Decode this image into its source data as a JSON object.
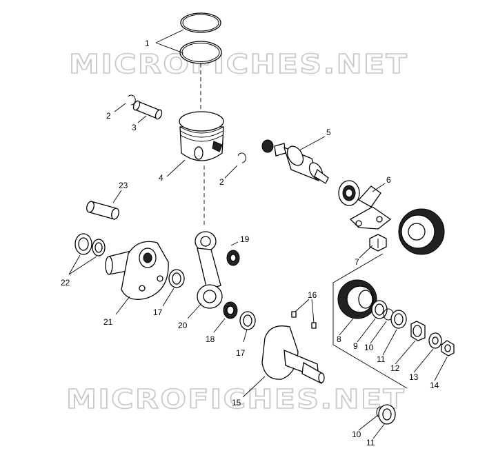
{
  "watermark": {
    "top": "MICROFICHES.NET",
    "bottom": "MICROFICHES.NET"
  },
  "callouts": [
    {
      "id": "1",
      "text": "1"
    },
    {
      "id": "2a",
      "text": "2"
    },
    {
      "id": "2b",
      "text": "2"
    },
    {
      "id": "3",
      "text": "3"
    },
    {
      "id": "4",
      "text": "4"
    },
    {
      "id": "5",
      "text": "5"
    },
    {
      "id": "6",
      "text": "6"
    },
    {
      "id": "7",
      "text": "7"
    },
    {
      "id": "8",
      "text": "8"
    },
    {
      "id": "9",
      "text": "9"
    },
    {
      "id": "10a",
      "text": "10"
    },
    {
      "id": "10b",
      "text": "10"
    },
    {
      "id": "11a",
      "text": "11"
    },
    {
      "id": "11b",
      "text": "11"
    },
    {
      "id": "12",
      "text": "12"
    },
    {
      "id": "13",
      "text": "13"
    },
    {
      "id": "14",
      "text": "14"
    },
    {
      "id": "15",
      "text": "15"
    },
    {
      "id": "16",
      "text": "16"
    },
    {
      "id": "17a",
      "text": "17"
    },
    {
      "id": "17b",
      "text": "17"
    },
    {
      "id": "18",
      "text": "18"
    },
    {
      "id": "19",
      "text": "19"
    },
    {
      "id": "20",
      "text": "20"
    },
    {
      "id": "21",
      "text": "21"
    },
    {
      "id": "22",
      "text": "22"
    },
    {
      "id": "23",
      "text": "23"
    }
  ]
}
